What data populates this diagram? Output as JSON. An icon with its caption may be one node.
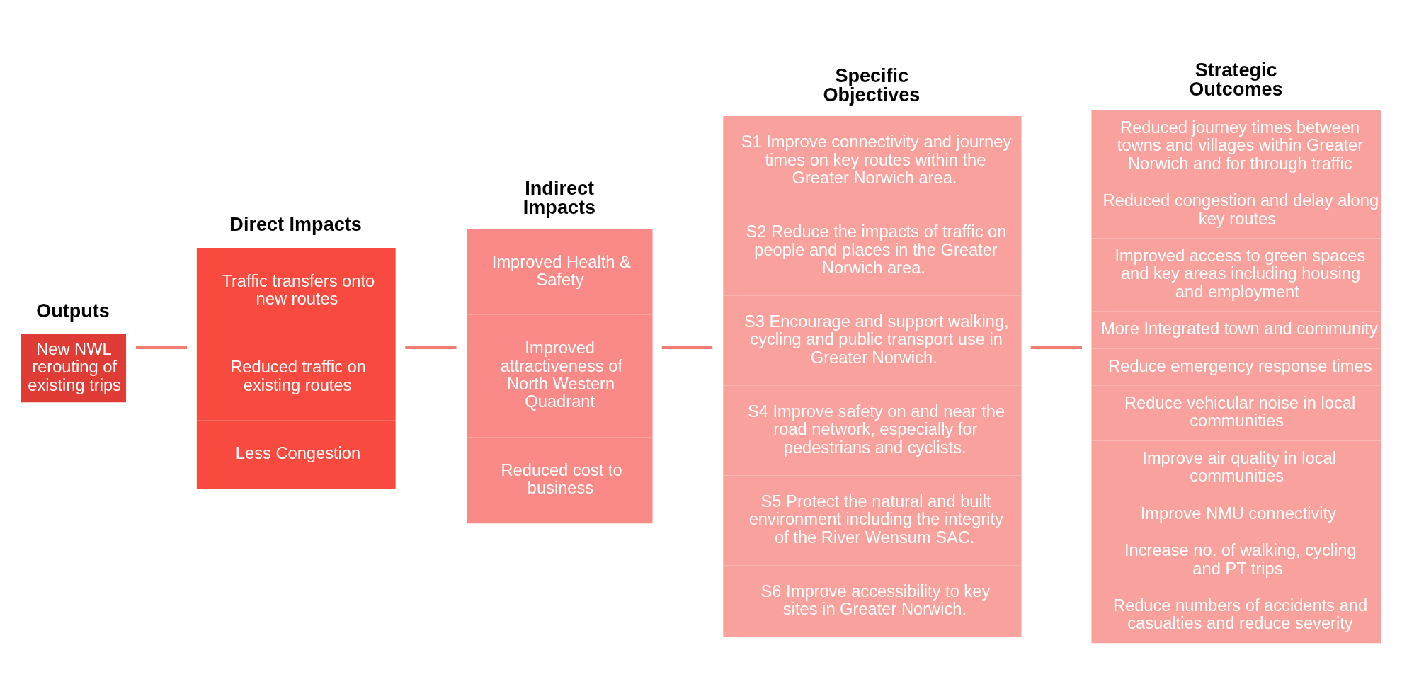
{
  "diagram": {
    "nodes": [
      {
        "text": [
          "Outputs",
          "New NWL rerouting of existing trips"
        ]
      },
      {
        "text": [
          "Direct Impacts",
          "Traffic transfers onto new routes",
          "Reduced traffic on existing routes",
          "Less Congestion"
        ]
      },
      {
        "text": [
          "Indirect Impacts",
          "Improved Health & Safety",
          "Improved attractiveness of North Western Quadrant",
          "Reduced cost to business"
        ]
      },
      {
        "text": [
          "Specific Objectives",
          "S1 Improve connectivity and journey times on key routes within the Greater Norwich area.",
          "S2 Reduce the impacts of traffic on people and places in the Greater Norwich area.",
          "S3 Encourage and support walking, cycling and public transport use in Greater Norwich.",
          "S4 Improve safety on and near the road network, especially for pedestrians and cyclists.",
          "S5 Protect the natural and built environment including the integrity of the River Wensum SAC.",
          "S6 Improve accessibility to key sites in Greater Norwich."
        ]
      },
      {
        "text": [
          "Strategic Outcomes",
          "Reduced journey times between towns and villages within Greater Norwich and for through traffic",
          "Reduced congestion and delay along key routes",
          "Improved access to green spaces and key areas including housing and employment",
          "More Integrated town and community",
          "Reduce emergency response times",
          "Reduce vehicular noise in local communities",
          "Improve air quality in local communities",
          "Improve NMU connectivity",
          "Increase no. of walking, cycling and PT trips",
          "Reduce numbers of accidents and casualties and reduce severity"
        ]
      }
    ],
    "edges": [
      {
        "from": 0,
        "to": 1,
        "arrow": "none"
      },
      {
        "from": 1,
        "to": 2,
        "arrow": "none"
      },
      {
        "from": 2,
        "to": 3,
        "arrow": "none"
      },
      {
        "from": 3,
        "to": 4,
        "arrow": "none"
      }
    ]
  }
}
